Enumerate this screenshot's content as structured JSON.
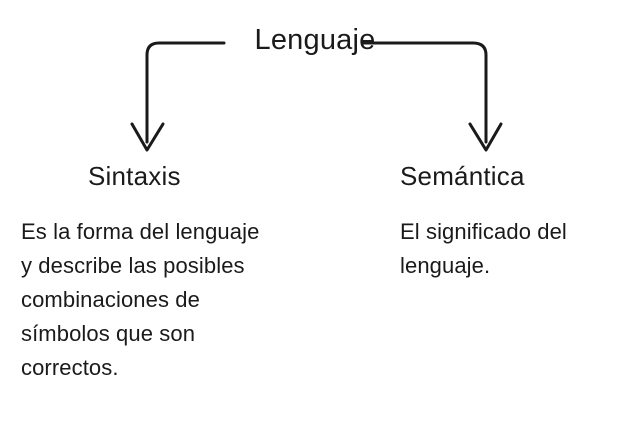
{
  "diagram": {
    "type": "tree",
    "root": {
      "label": "Lenguaje"
    },
    "branches": [
      {
        "id": "sintaxis",
        "title": "Sintaxis",
        "description_lines": [
          "Es la forma del lenguaje",
          "y describe las posibles",
          "combinaciones de",
          "símbolos que son",
          "correctos."
        ],
        "description": "Es la forma del lenguaje y describe las posibles combinaciones de símbolos que son correctos."
      },
      {
        "id": "semantica",
        "title": "Semántica",
        "description_lines": [
          "El significado del",
          "lenguaje."
        ],
        "description": "El significado del lenguaje."
      }
    ],
    "connectors": {
      "style": "rounded-bracket-with-arrows",
      "arrowhead": "open-v",
      "stroke_color": "#1a1a1a",
      "stroke_width": 3
    },
    "colors": {
      "background": "#ffffff",
      "text": "#1a1a1a",
      "line": "#1a1a1a"
    }
  }
}
